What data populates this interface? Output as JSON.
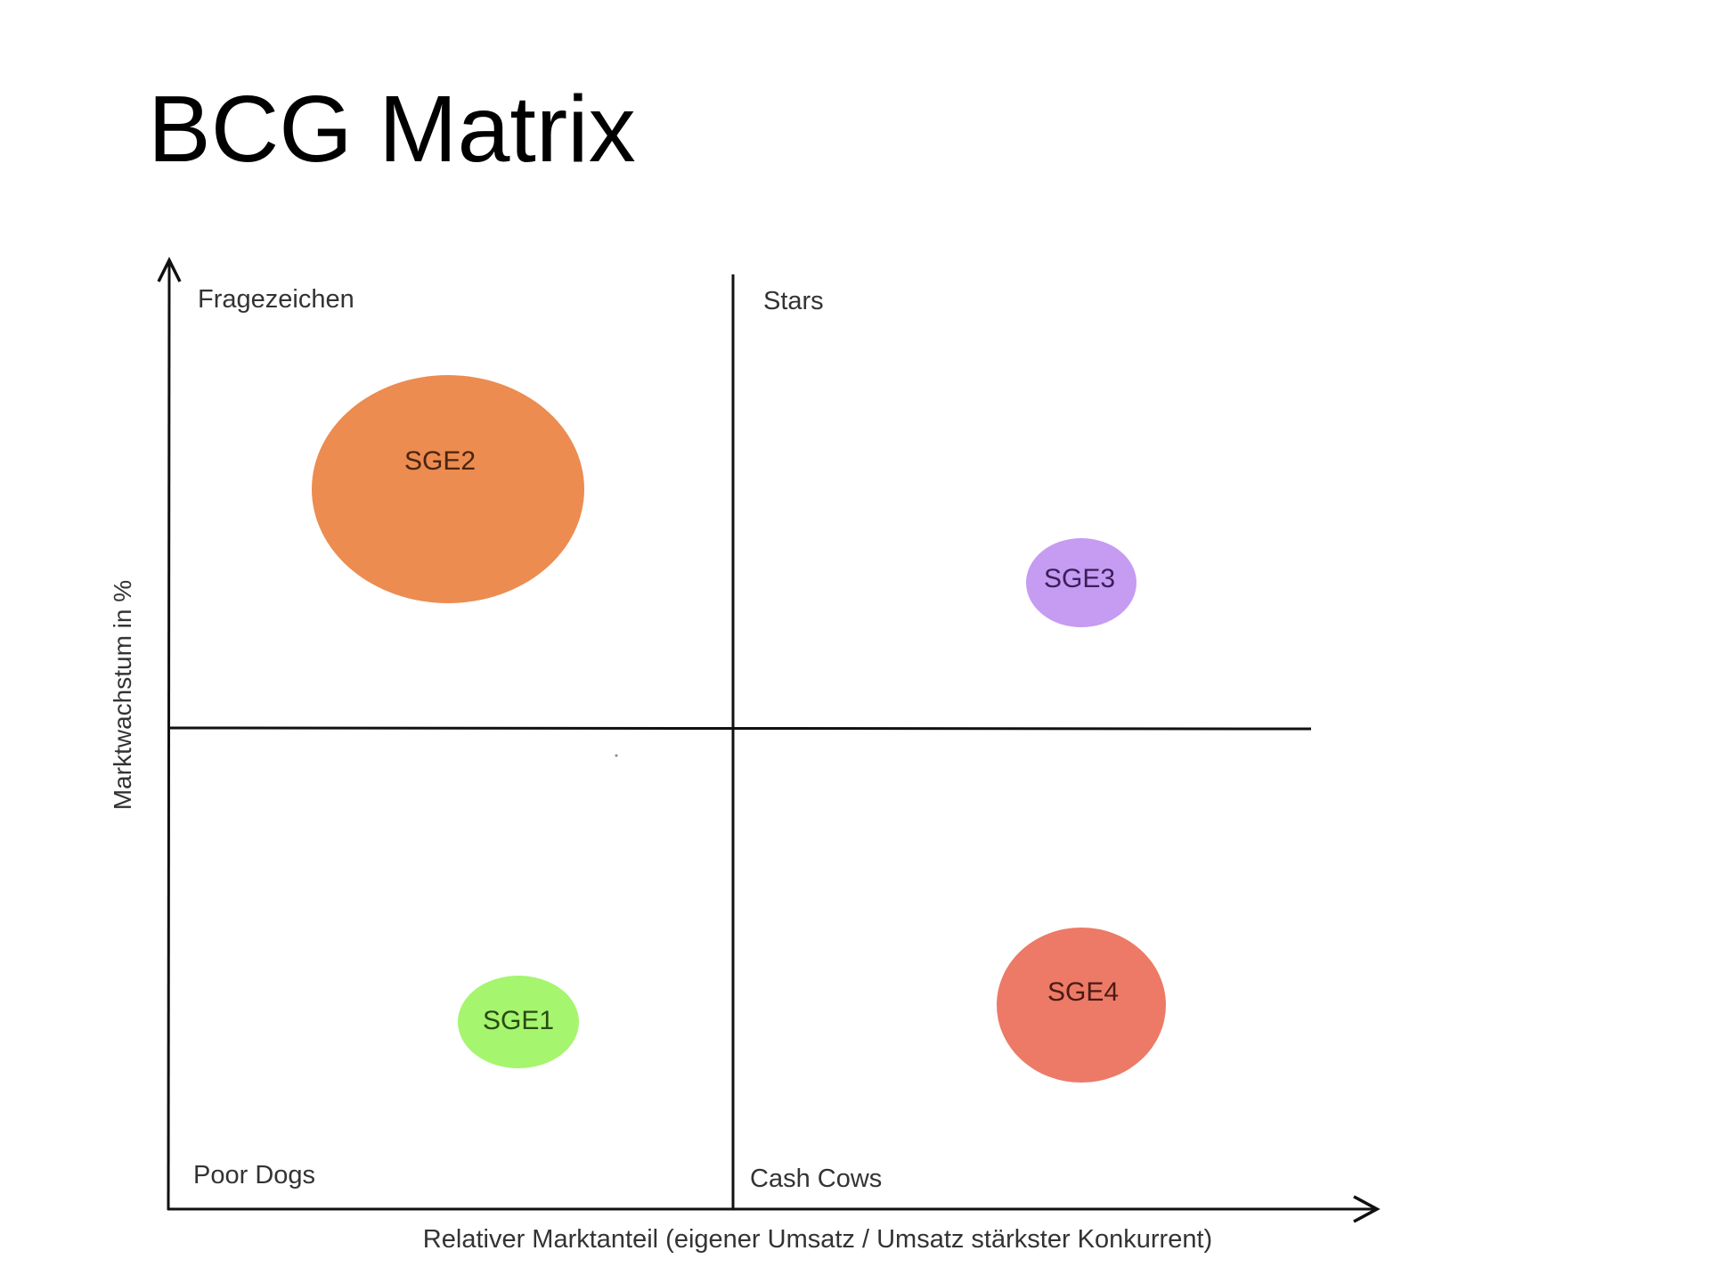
{
  "title": "BCG Matrix",
  "axes": {
    "y_label": "Marktwachstum in %",
    "x_label": "Relativer Marktanteil (eigener Umsatz / Umsatz stärkster Konkurrent)"
  },
  "quadrants": {
    "top_left": "Fragezeichen",
    "top_right": "Stars",
    "bottom_left": "Poor Dogs",
    "bottom_right": "Cash Cows"
  },
  "bubbles": [
    {
      "label": "SGE1",
      "quadrant": "Poor Dogs",
      "color": "#A5F56E",
      "text_color": "#2a4a14"
    },
    {
      "label": "SGE2",
      "quadrant": "Fragezeichen",
      "color": "#EC8C50",
      "text_color": "#4a2410"
    },
    {
      "label": "SGE3",
      "quadrant": "Stars",
      "color": "#C69BF2",
      "text_color": "#3a1f5a"
    },
    {
      "label": "SGE4",
      "quadrant": "Cash Cows",
      "color": "#EC7A67",
      "text_color": "#4a1a14"
    }
  ],
  "colors": {
    "axis": "#111111",
    "text": "#333333"
  }
}
